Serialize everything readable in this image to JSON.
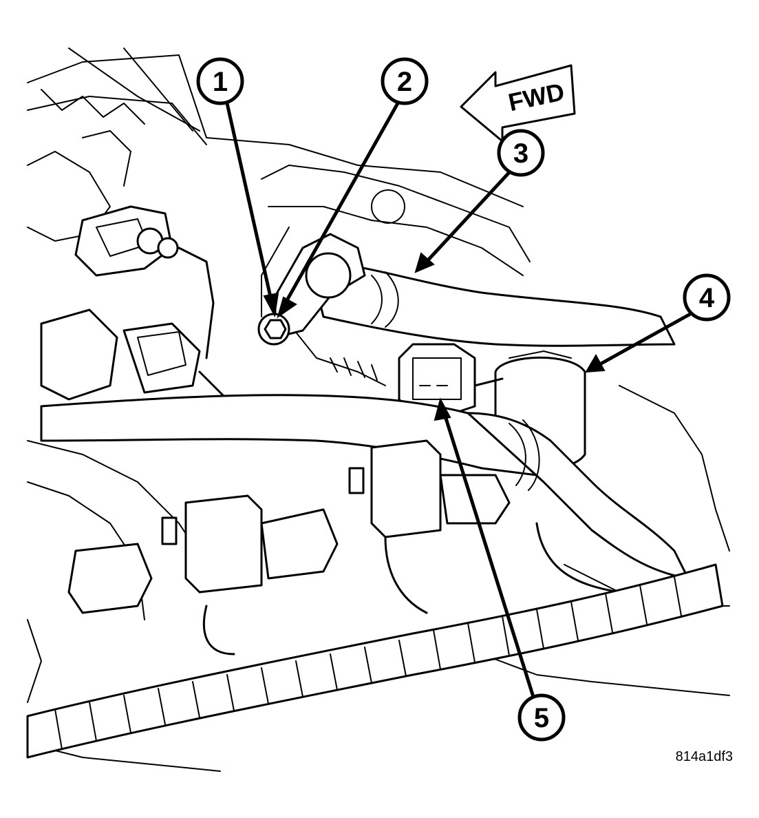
{
  "diagram": {
    "direction_label": "FWD",
    "figure_id": "814a1df3",
    "callouts": [
      {
        "label": "1"
      },
      {
        "label": "2"
      },
      {
        "label": "3"
      },
      {
        "label": "4"
      },
      {
        "label": "5"
      }
    ]
  }
}
